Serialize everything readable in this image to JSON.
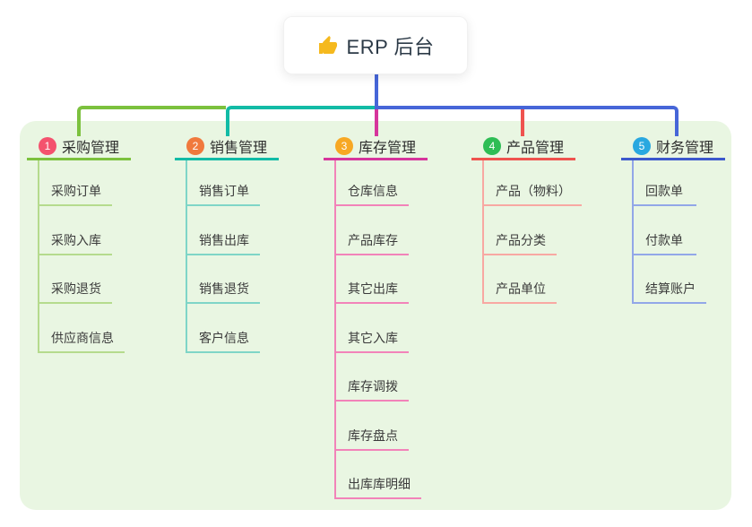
{
  "root": {
    "label": "ERP 后台",
    "icon": "thumbs-up-icon",
    "icon_color": "#f5b91e"
  },
  "panel_color": "#e9f6e2",
  "branches": [
    {
      "num": "1",
      "title": "采购管理",
      "line_color": "#7cc13e",
      "child_line_color": "#b5db8d",
      "badge_color": "#f4526e",
      "children": [
        "采购订单",
        "采购入库",
        "采购退货",
        "供应商信息"
      ]
    },
    {
      "num": "2",
      "title": "销售管理",
      "line_color": "#12bba6",
      "child_line_color": "#7fd5c7",
      "badge_color": "#f0793d",
      "children": [
        "销售订单",
        "销售出库",
        "销售退货",
        "客户信息"
      ]
    },
    {
      "num": "3",
      "title": "库存管理",
      "line_color": "#d6359c",
      "child_line_color": "#f283b9",
      "badge_color": "#f7a823",
      "children": [
        "仓库信息",
        "产品库存",
        "其它出库",
        "其它入库",
        "库存调拨",
        "库存盘点",
        "出库库明细"
      ]
    },
    {
      "num": "4",
      "title": "产品管理",
      "line_color": "#ef534f",
      "child_line_color": "#f8a8a2",
      "badge_color": "#2ebd55",
      "children": [
        "产品（物料）",
        "产品分类",
        "产品单位"
      ]
    },
    {
      "num": "5",
      "title": "财务管理",
      "line_color": "#3c58cc",
      "child_line_color": "#92a7e8",
      "badge_color": "#29a8e0",
      "children": [
        "回款单",
        "付款单",
        "结算账户"
      ]
    }
  ]
}
